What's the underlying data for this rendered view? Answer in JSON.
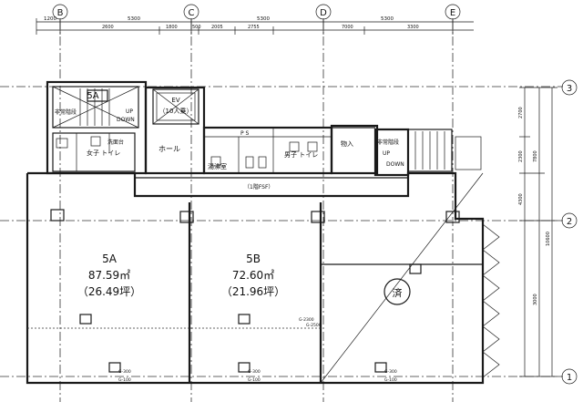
{
  "grid_labels": {
    "columns": [
      "B",
      "C",
      "D",
      "E"
    ],
    "rows": [
      "3",
      "2",
      "1"
    ]
  },
  "dimensions": {
    "top_overall": [
      "1200",
      "5300",
      "5300",
      "5300"
    ],
    "top_detail": [
      "2600",
      "1800",
      "500",
      "2005",
      "2755",
      "7000",
      "3300"
    ],
    "right_side": [
      "2700",
      "2300",
      "7800",
      "4300",
      "10600",
      "3000"
    ]
  },
  "rooms": {
    "stair_left": "非常階段",
    "up": "UP",
    "down": "DOWN",
    "elevator": "EV",
    "elevator_capacity": "（10人乗）",
    "ps": "P S",
    "hall": "ホール",
    "hot_water": "湯沸室",
    "mens_toilet": "男子\nトイレ",
    "womens_toilet": "女子\nトイレ",
    "storage": "物入",
    "stair_right": "非常階段",
    "washroom_left": "洗面台",
    "corridor_note": "（1階FSF）",
    "unit_5a_name": "5A",
    "unit_5a_area": "87.59㎡",
    "unit_5a_tsubo": "（26.49坪）",
    "unit_5b_name": "5B",
    "unit_5b_area": "72.60㎡",
    "unit_5b_tsubo": "（21.96坪）",
    "occupied": "済"
  },
  "equipment_labels": {
    "beam1": "G-300",
    "beam2": "G-100",
    "beam3": "G-2300",
    "beam4": "G-2500"
  }
}
